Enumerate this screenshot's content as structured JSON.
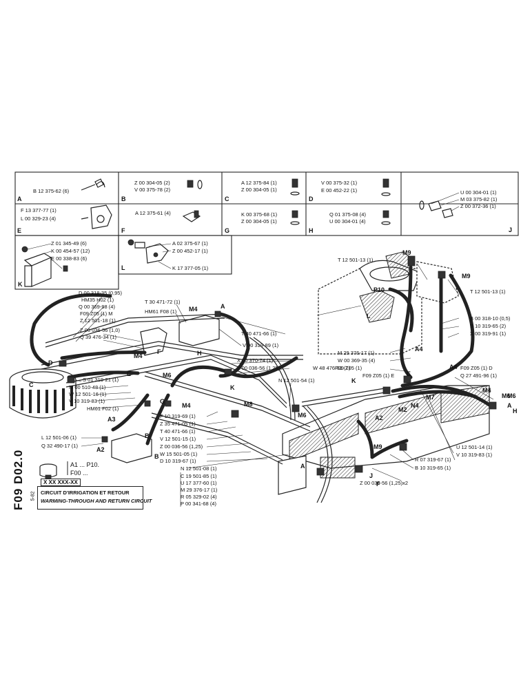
{
  "drawing": {
    "number": "F09 D02.0",
    "sheet": "5-82",
    "part_code": "X XX XXX-XX",
    "title_fr": "CIRCUIT D'IRRIGATION ET RETOUR",
    "title_en": "WARMING-THROUGH AND RETURN CIRCUIT"
  },
  "detail_boxes": [
    {
      "letter": "A",
      "parts": [
        "B 12 375-62 (6)"
      ]
    },
    {
      "letter": "B",
      "parts": [
        "Z 00 304-05 (2)",
        "V 00 375-78 (2)"
      ]
    },
    {
      "letter": "C",
      "parts": [
        "A 12 375-84 (1)",
        "Z 00 304-05 (1)"
      ]
    },
    {
      "letter": "D",
      "parts": [
        "V 00 375-32 (1)",
        "E 00 452-22 (1)"
      ]
    },
    {
      "letter": "J",
      "parts": [
        "U 00 304-01 (1)",
        "M 03 375-82 (1)",
        "Z 00 372-36 (1)"
      ]
    },
    {
      "letter": "E",
      "parts": [
        "F 13 377-77 (1)",
        "L 00 329-23 (4)"
      ]
    },
    {
      "letter": "F",
      "parts": [
        "A 12 375-61 (4)"
      ]
    },
    {
      "letter": "G",
      "parts": [
        "K 00 375-68 (1)",
        "Z 00 304-05 (1)"
      ]
    },
    {
      "letter": "H",
      "parts": [
        "Q 01 375-08 (4)",
        "U 00 304-01 (4)"
      ]
    },
    {
      "letter": "K",
      "parts": [
        "Z 01 345-49 (6)",
        "K 00 454-57 (12)",
        "E 00 338-83 (6)"
      ]
    },
    {
      "letter": "L",
      "parts": [
        "A 02 375-67 (1)",
        "Z 00 452-17 (1)",
        "K 17 377-05 (1)"
      ]
    }
  ],
  "left_callouts": [
    "D 00 318-35 (0,95)",
    "HM35 H02 (1)",
    "Q 00 369-98 (4)",
    "F09 Z05 (1) M",
    "Z 12 501-18 (1)",
    "Z 00 036-56 (1,0)",
    "Q 39 476-34 (1)",
    "S 01 319-21 (1)",
    "M 00 510-48 (1)",
    "W 12 501-16 (1)",
    "V 10 319-83 (1)",
    "HM61 F02 (1)",
    "L 12 501-06 (1)",
    "Q 32 490-17 (1)"
  ],
  "center_callouts": [
    "T 30 471-72 (1)",
    "HM61 F08 (1)",
    "T 40 471-66 (1)",
    "V 00 319-89 (1)",
    "X 00 370-74 (1)",
    "Z 00 036-56 (1,25)",
    "F09 Z05 (1)",
    "N 12 501-54 (1)",
    "F 10 319-69 (1)",
    "Z 35 471-05 (1)",
    "T 40 471-66 (1)",
    "V 12 501-15 (1)",
    "Z 00 036-56 (1,25)",
    "W 15 501-05 (1)",
    "D 10 319-67 (1)"
  ],
  "bottom_callouts": [
    "N 12 501-08 (1)",
    "C 19 501-85 (1)",
    "U 17 377-60 (1)",
    "M 29 376-17 (1)",
    "R 05 329-02 (4)",
    "P 00 341-68 (4)"
  ],
  "right_callouts": [
    "T 12 501-13 (1)",
    "T 12 501-13 (1)",
    "B 00 318-10 (0,5)",
    "B 10 319-65 (2)",
    "X 00 319-91 (1)",
    "M 29 376-17 (1)",
    "W 00 369-35 (4)",
    "W 48 476-61 (1)",
    "F09 Z05 (1) E",
    "F09 Z05 (1) D",
    "Q 27 491-96 (1)",
    "U 12 501-14 (1)",
    "V 10 319-83 (1)",
    "R 07 319-67 (1)",
    "B 10 319-65 (1)",
    "Z 00 036-56 (1,25)x2"
  ],
  "tags": [
    "M9",
    "M9",
    "P10",
    "M4",
    "M4",
    "M6",
    "M6",
    "M8",
    "M6",
    "M4",
    "A4",
    "A4",
    "A3",
    "A2",
    "A2",
    "M9",
    "M4",
    "M6",
    "M2",
    "N4",
    "L",
    "K",
    "K",
    "J",
    "H",
    "A",
    "A",
    "B",
    "B",
    "C",
    "D",
    "E",
    "F",
    "G",
    "E",
    "F",
    "H",
    "A",
    "M7"
  ],
  "legend": {
    "range": "A1 ... P10.",
    "ref": "F00 ..."
  }
}
